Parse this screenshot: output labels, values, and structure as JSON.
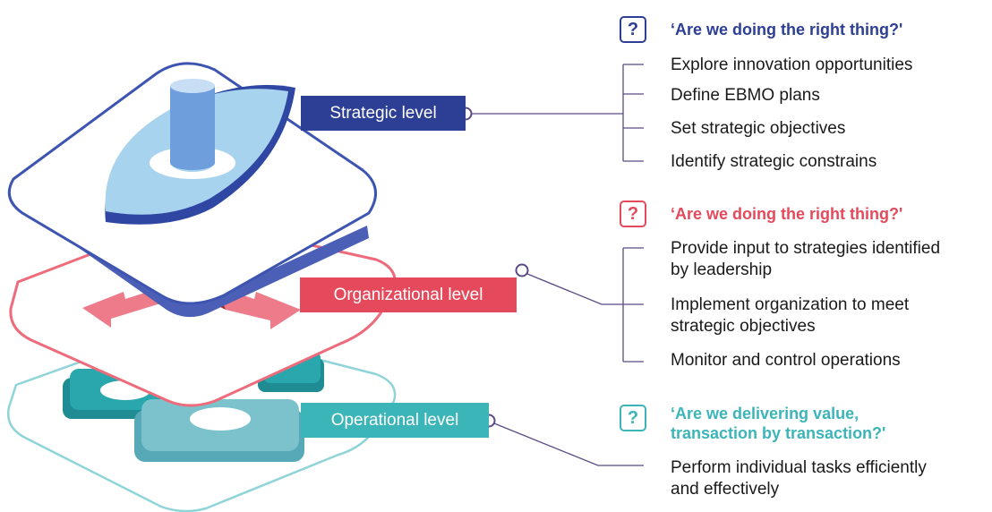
{
  "colors": {
    "strategic": "#2d3f94",
    "organizational": "#e44a5b",
    "operational": "#3bb5b8",
    "connector": "#5b4a86"
  },
  "levels": [
    {
      "label": "Strategic level",
      "question": "‘Are we doing the right thing?'",
      "items": [
        "Explore innovation opportunities",
        "Define EBMO plans",
        "Set strategic objectives",
        "Identify strategic constrains"
      ]
    },
    {
      "label": "Organizational level",
      "question": "‘Are we doing the right thing?'",
      "items": [
        "Provide input to strategies identified",
        "by leadership",
        "Implement organization to meet",
        "strategic objectives",
        "Monitor and control operations"
      ]
    },
    {
      "label": "Operational level",
      "question_lines": [
        "‘Are we delivering value,",
        "transaction by transaction?'"
      ],
      "items": [
        "Perform individual tasks efficiently",
        "and effectively"
      ]
    }
  ],
  "question_icon": {
    "name": "question-mark-icon",
    "glyph": "?"
  }
}
